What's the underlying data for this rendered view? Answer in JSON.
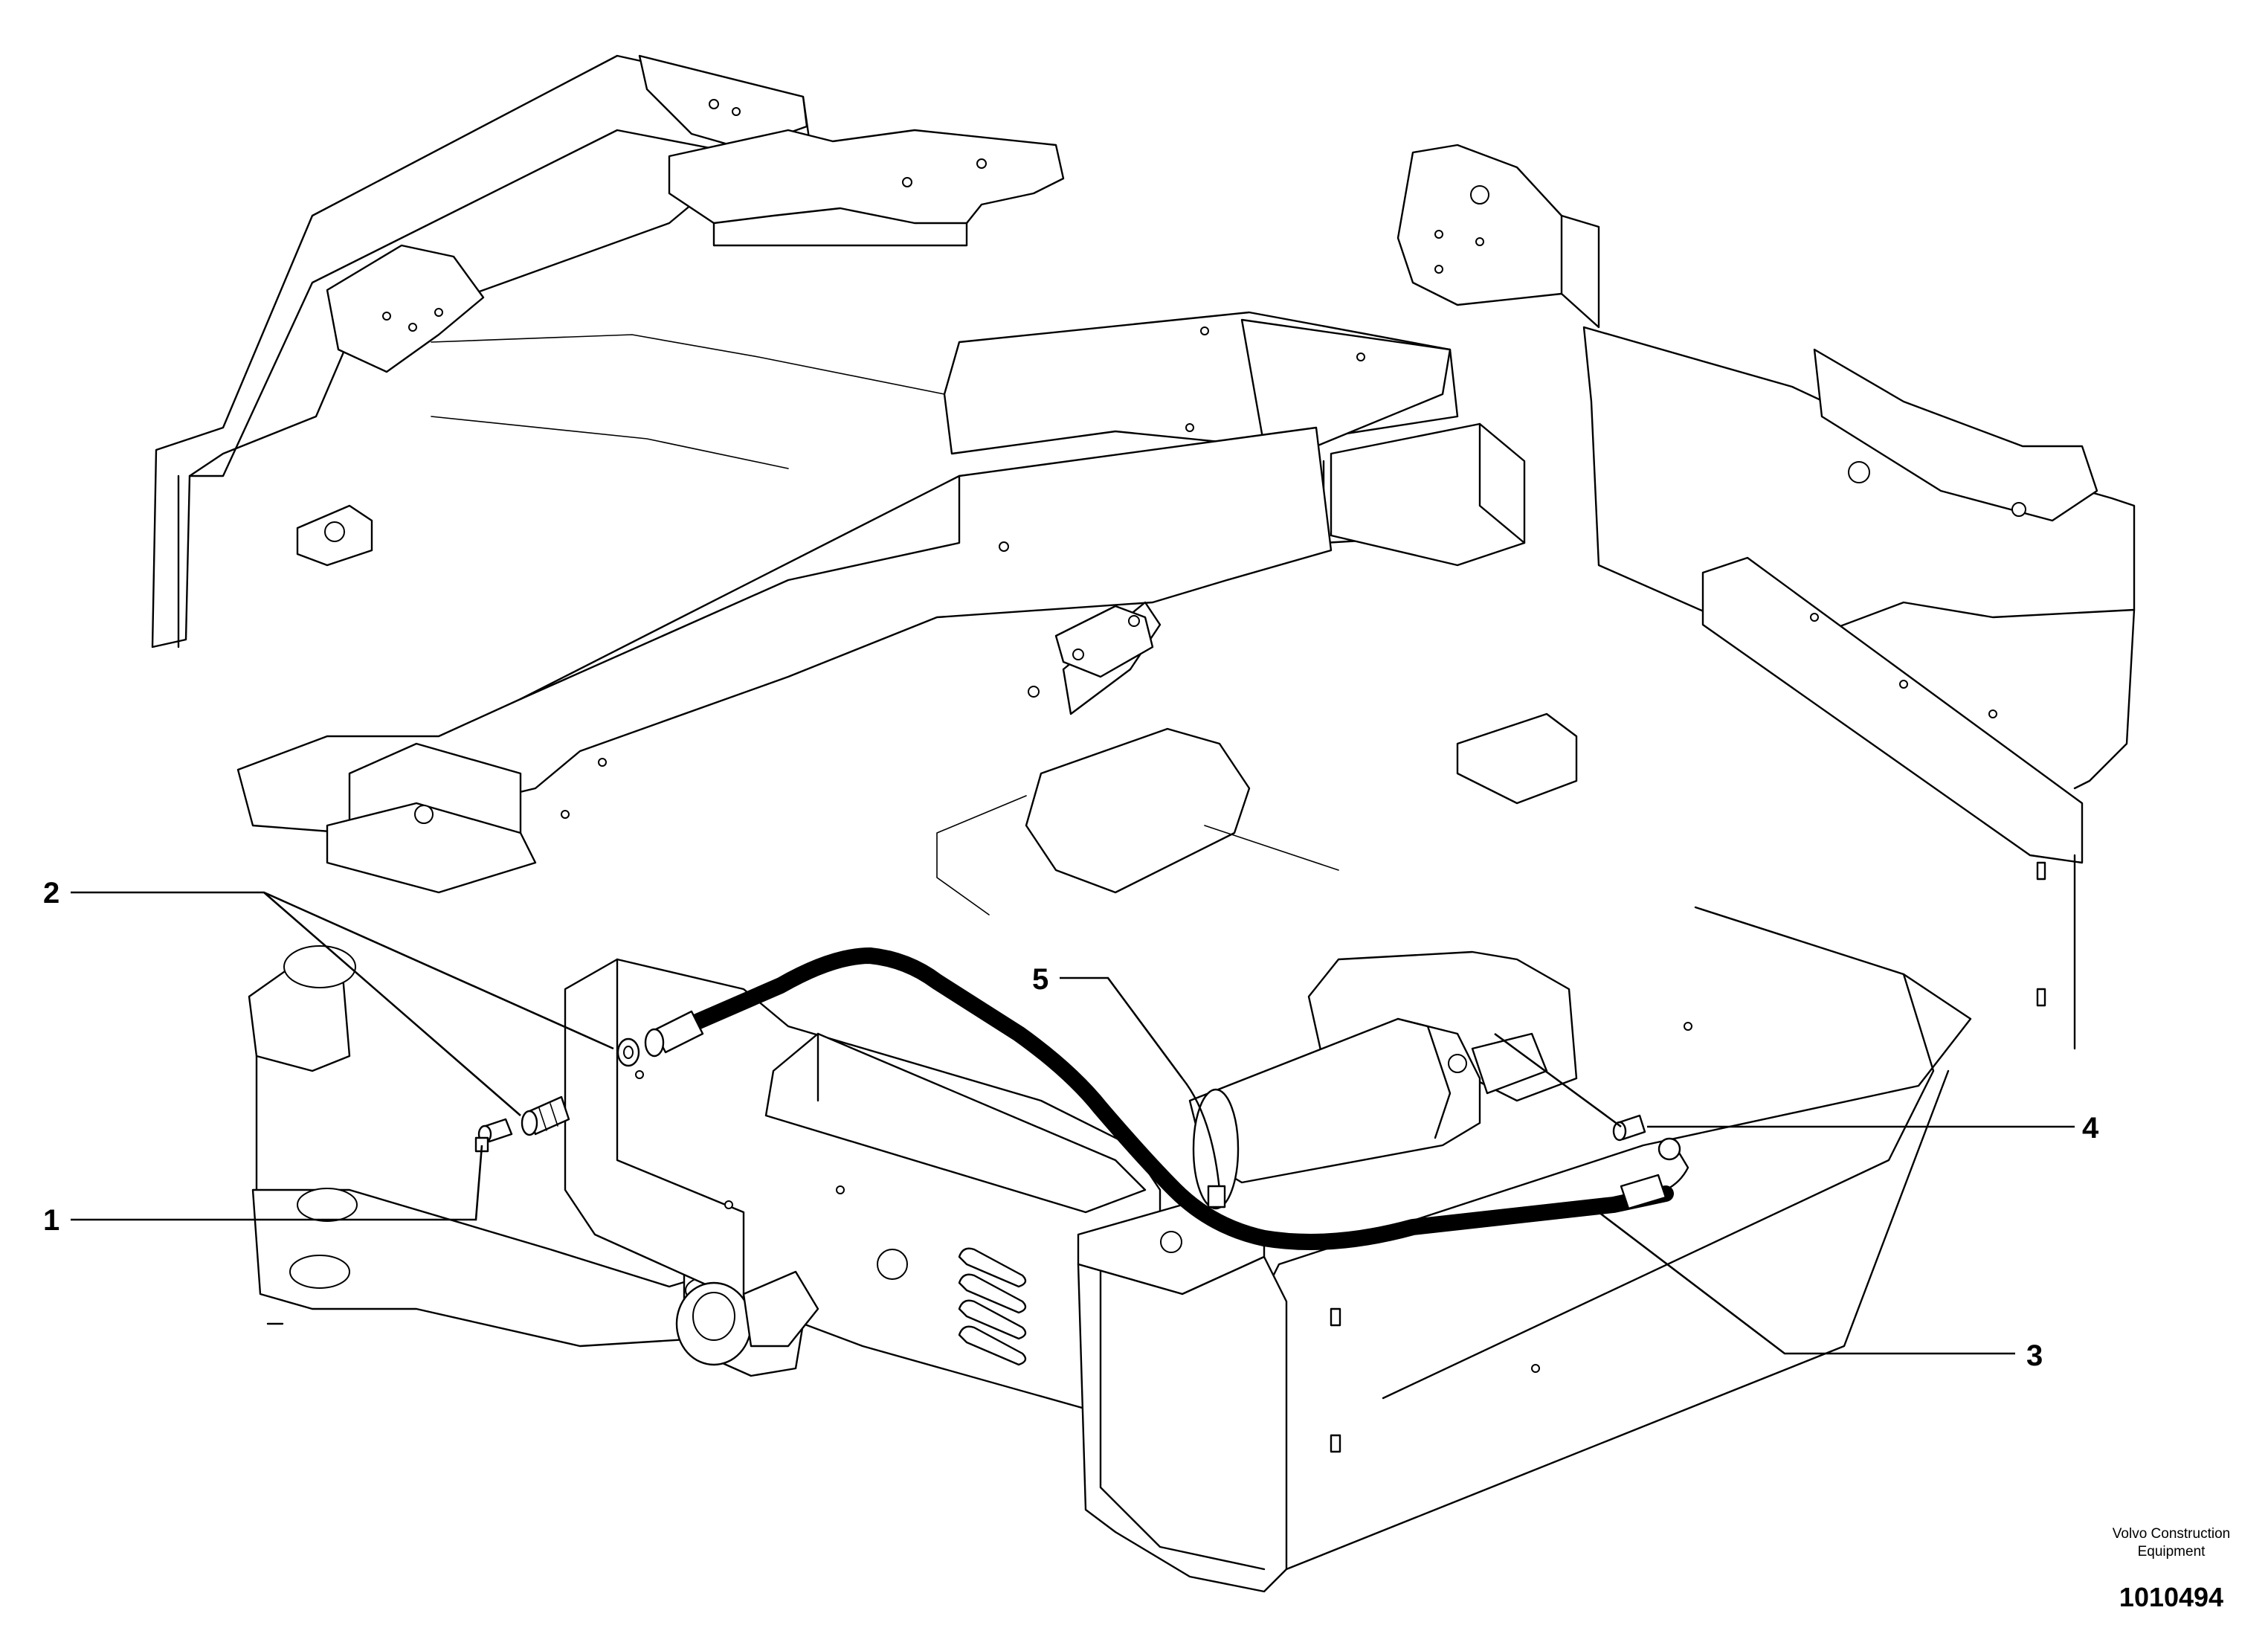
{
  "figure": {
    "publisher_line1": "Volvo Construction",
    "publisher_line2": "Equipment",
    "illustration_number": "1010494"
  },
  "callouts": [
    {
      "id": "1",
      "label": "1"
    },
    {
      "id": "2",
      "label": "2"
    },
    {
      "id": "3",
      "label": "3"
    },
    {
      "id": "4",
      "label": "4"
    },
    {
      "id": "5",
      "label": "5"
    }
  ]
}
